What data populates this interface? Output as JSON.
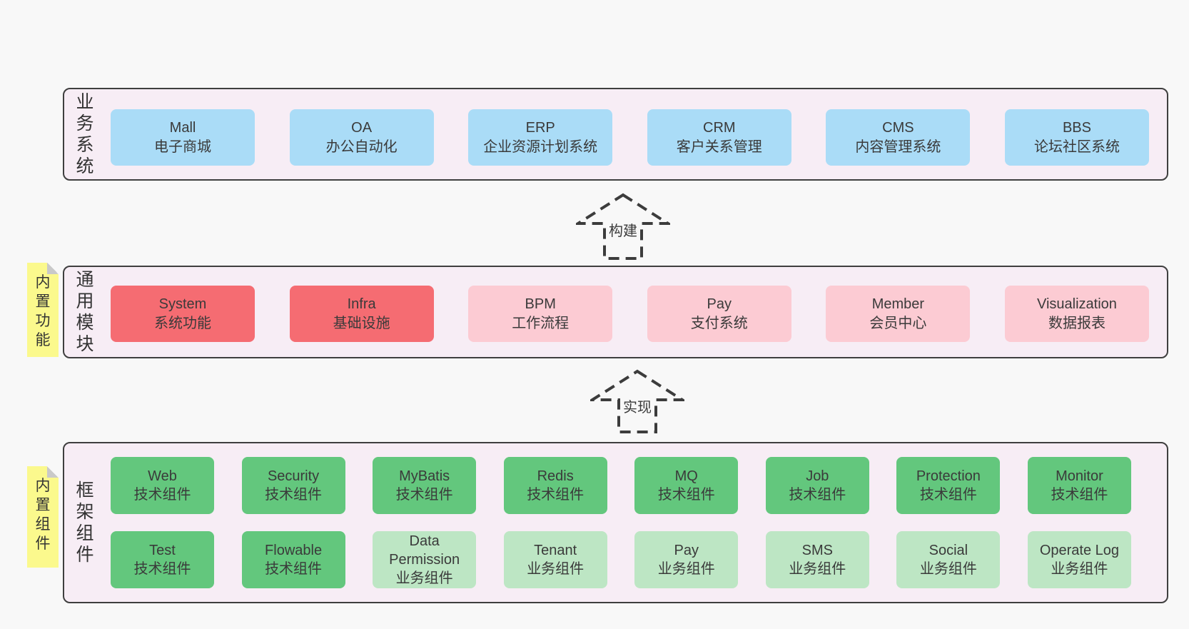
{
  "colors": {
    "page_background": "#f8f8f8",
    "panel_background": "#f7edf5",
    "panel_border": "#3f3f3f",
    "blue_box": "#aadcf7",
    "red_box": "#f56c72",
    "pink_box": "#fccbd3",
    "green_box": "#63c77d",
    "light_green_box": "#bde6c4",
    "sticky_yellow": "#fbf98d",
    "text": "#3a3a3a"
  },
  "layers": {
    "business": {
      "title": "业务系统",
      "boxes": [
        {
          "title": "Mall",
          "subtitle": "电子商城"
        },
        {
          "title": "OA",
          "subtitle": "办公自动化"
        },
        {
          "title": "ERP",
          "subtitle": "企业资源计划系统"
        },
        {
          "title": "CRM",
          "subtitle": "客户关系管理"
        },
        {
          "title": "CMS",
          "subtitle": "内容管理系统"
        },
        {
          "title": "BBS",
          "subtitle": "论坛社区系统"
        }
      ]
    },
    "modules": {
      "title": "通用模块",
      "boxes": [
        {
          "title": "System",
          "subtitle": "系统功能",
          "variant": "red"
        },
        {
          "title": "Infra",
          "subtitle": "基础设施",
          "variant": "red"
        },
        {
          "title": "BPM",
          "subtitle": "工作流程",
          "variant": "pink"
        },
        {
          "title": "Pay",
          "subtitle": "支付系统",
          "variant": "pink"
        },
        {
          "title": "Member",
          "subtitle": "会员中心",
          "variant": "pink"
        },
        {
          "title": "Visualization",
          "subtitle": "数据报表",
          "variant": "pink"
        }
      ]
    },
    "components": {
      "title": "框架组件",
      "row1": [
        {
          "title": "Web",
          "subtitle": "技术组件"
        },
        {
          "title": "Security",
          "subtitle": "技术组件"
        },
        {
          "title": "MyBatis",
          "subtitle": "技术组件"
        },
        {
          "title": "Redis",
          "subtitle": "技术组件"
        },
        {
          "title": "MQ",
          "subtitle": "技术组件"
        },
        {
          "title": "Job",
          "subtitle": "技术组件"
        },
        {
          "title": "Protection",
          "subtitle": "技术组件"
        },
        {
          "title": "Monitor",
          "subtitle": "技术组件"
        }
      ],
      "row2": [
        {
          "title": "Test",
          "subtitle": "技术组件",
          "variant": "green"
        },
        {
          "title": "Flowable",
          "subtitle": "技术组件",
          "variant": "green"
        },
        {
          "title": "Data Permission",
          "subtitle": "业务组件",
          "variant": "lightgreen"
        },
        {
          "title": "Tenant",
          "subtitle": "业务组件",
          "variant": "lightgreen"
        },
        {
          "title": "Pay",
          "subtitle": "业务组件",
          "variant": "lightgreen"
        },
        {
          "title": "SMS",
          "subtitle": "业务组件",
          "variant": "lightgreen"
        },
        {
          "title": "Social",
          "subtitle": "业务组件",
          "variant": "lightgreen"
        },
        {
          "title": "Operate Log",
          "subtitle": "业务组件",
          "variant": "lightgreen"
        }
      ]
    }
  },
  "arrows": [
    {
      "label": "构建"
    },
    {
      "label": "实现"
    }
  ],
  "stickies": [
    {
      "label": "内置功能"
    },
    {
      "label": "内置组件"
    }
  ]
}
